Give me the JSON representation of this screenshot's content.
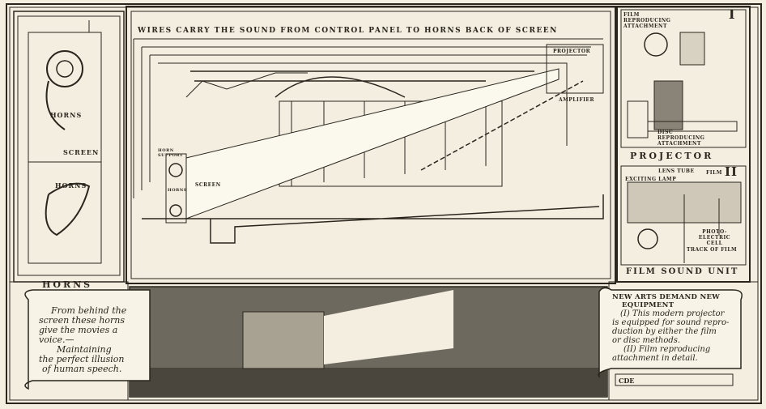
{
  "main_diagram": {
    "title": "WIRES CARRY THE SOUND FROM CONTROL PANEL TO HORNS BACK OF SCREEN",
    "labels": {
      "projector": "PROJECTOR",
      "amplifier": "AMPLIFIER",
      "horn_support": "HORN SUPPORT",
      "horns": "HORNS",
      "screen": "SCREEN"
    }
  },
  "left_panel": {
    "labels": {
      "horns_top": "HORNS",
      "screen": "SCREEN",
      "horns_bottom": "HORNS"
    },
    "caption": "HORNS"
  },
  "right_panel": {
    "projector": {
      "numeral": "I",
      "film_attachment": "FILM REPRODUCING ATTACHMENT",
      "disc_attachment": "DISC REPRODUCING ATTACHMENT",
      "caption": "PROJECTOR"
    },
    "sound_unit": {
      "numeral": "II",
      "lens_tube": "LENS TUBE",
      "film": "FILM",
      "exciting_lamp": "EXCITING LAMP",
      "photo_cell": "PHOTO-ELECTRIC CELL",
      "track": "TRACK OF FILM",
      "caption": "FILM SOUND UNIT"
    }
  },
  "left_scroll": {
    "lines": [
      "From behind the",
      "screen these horns",
      "give the movies a",
      "voice.—",
      "Maintaining",
      "the perfect illusion",
      "of human speech."
    ]
  },
  "right_scroll": {
    "heading": [
      "NEW ARTS DEMAND NEW",
      "EQUIPMENT"
    ],
    "lines": [
      "(I) This modern projector",
      "is equipped for sound repro-",
      "duction by either the film",
      "or disc methods.",
      "(II) Film reproducing",
      "attachment in detail."
    ]
  },
  "signature": "CDE",
  "colors": {
    "paper": "#f3eee0",
    "ink": "#2a261e",
    "shade": "#8a8478"
  }
}
